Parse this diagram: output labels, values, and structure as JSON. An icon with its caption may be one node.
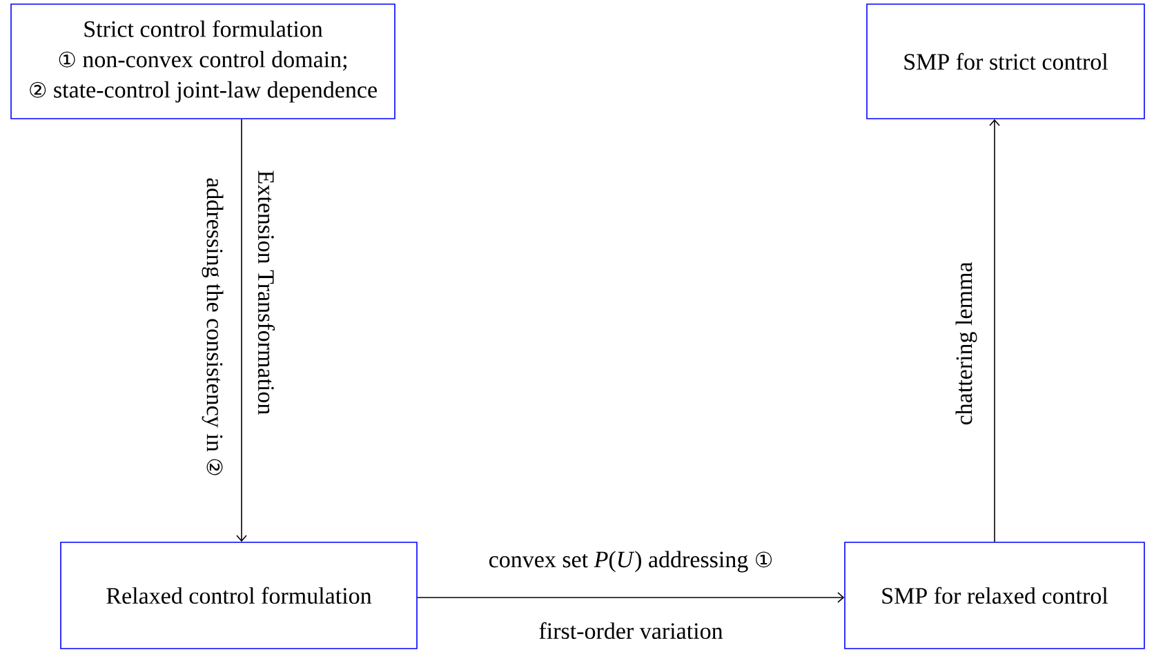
{
  "diagram": {
    "nodes": [
      {
        "text": [
          "Strict control formulation",
          "① non-convex control domain;",
          "② state-control joint-law dependence"
        ]
      },
      {
        "text": [
          "SMP for strict control"
        ]
      },
      {
        "text": [
          "Relaxed control formulation"
        ]
      },
      {
        "text": [
          "SMP for relaxed control"
        ]
      }
    ],
    "edges": [
      {
        "from": 0,
        "to": 2,
        "arrow": "to",
        "label": "Extension Transformation"
      },
      {
        "from": 2,
        "to": 3,
        "arrow": "to",
        "label": "convex set *P*(*U*) addressing ①"
      },
      {
        "from": 3,
        "to": 1,
        "arrow": "to",
        "label": "chattering lemma"
      }
    ],
    "labels": [
      "addressing the consistency in ②",
      "first-order variation"
    ]
  }
}
